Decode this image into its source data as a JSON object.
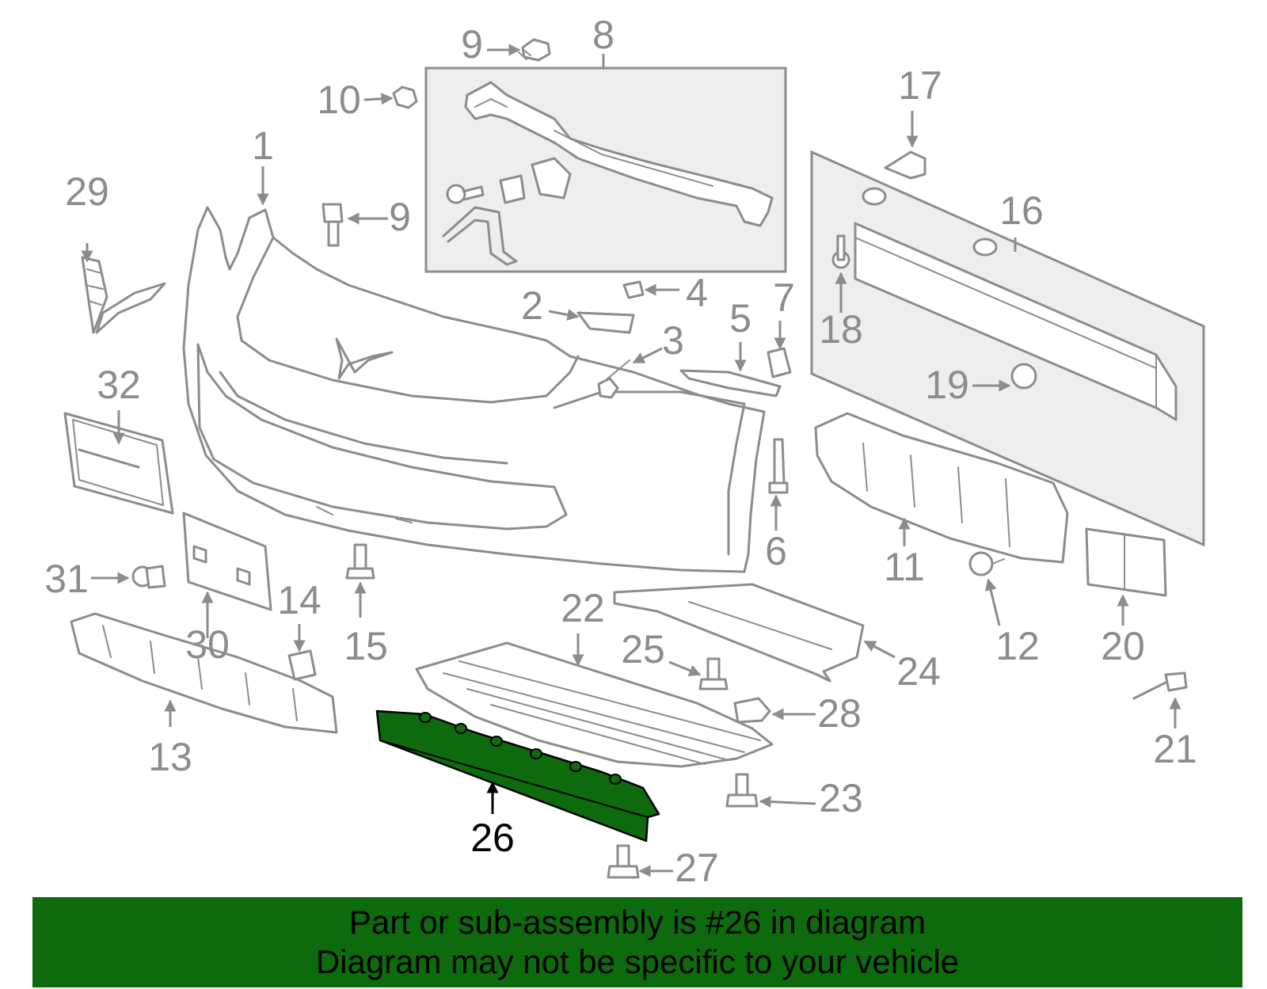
{
  "diagram": {
    "highlighted_part": "26",
    "colors": {
      "highlight": "#0d6b0d",
      "line": "#8c8c8c",
      "inset_background": "#eeeeee"
    },
    "callouts": {
      "c1": "1",
      "c2": "2",
      "c3": "3",
      "c4": "4",
      "c5": "5",
      "c6": "6",
      "c7": "7",
      "c8": "8",
      "c9a": "9",
      "c9b": "9",
      "c10": "10",
      "c11": "11",
      "c12": "12",
      "c13": "13",
      "c14": "14",
      "c15": "15",
      "c16": "16",
      "c17": "17",
      "c18": "18",
      "c19": "19",
      "c20": "20",
      "c21": "21",
      "c22": "22",
      "c23": "23",
      "c24": "24",
      "c25": "25",
      "c26": "26",
      "c27": "27",
      "c28": "28",
      "c29": "29",
      "c30": "30",
      "c31": "31",
      "c32": "32"
    }
  },
  "footer": {
    "line1": "Part or sub-assembly is #26 in diagram",
    "line2": "Diagram may not be specific to your vehicle"
  }
}
